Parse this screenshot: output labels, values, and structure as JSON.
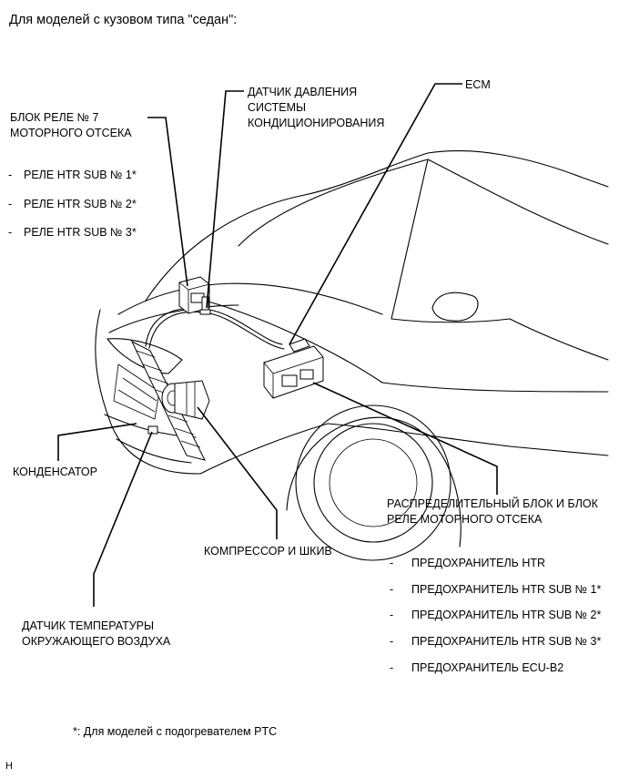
{
  "header": "Для моделей с кузовом типа \"седан\":",
  "labels": {
    "relay_block": [
      "БЛОК РЕЛЕ № 7",
      "МОТОРНОГО ОТСЕКА"
    ],
    "pressure_sensor": [
      "ДАТЧИК ДАВЛЕНИЯ",
      "СИСТЕМЫ",
      "КОНДИЦИОНИРОВАНИЯ"
    ],
    "ecm": "ECM",
    "condenser": "КОНДЕНСАТОР",
    "junction_block": [
      "РАСПРЕДЕЛИТЕЛЬНЫЙ БЛОК И БЛОК",
      "РЕЛЕ МОТОРНОГО ОТСЕКА"
    ],
    "compressor": "КОМПРЕССОР И ШКИВ",
    "ambient_sensor": [
      "ДАТЧИК ТЕМПЕРАТУРЫ",
      "ОКРУЖАЮЩЕГО ВОЗДУХА"
    ]
  },
  "relay_items": [
    "РЕЛЕ HTR SUB № 1*",
    "РЕЛЕ HTR SUB № 2*",
    "РЕЛЕ HTR SUB № 3*"
  ],
  "fuse_items": [
    "ПРЕДОХРАНИТЕЛЬ HTR",
    "ПРЕДОХРАНИТЕЛЬ HTR SUB № 1*",
    "ПРЕДОХРАНИТЕЛЬ HTR SUB № 2*",
    "ПРЕДОХРАНИТЕЛЬ HTR SUB № 3*",
    "ПРЕДОХРАНИТЕЛЬ ECU-B2"
  ],
  "list_bullet": "-",
  "footnote": "*: Для моделей с подогревателем PTC",
  "corner_mark": "H"
}
